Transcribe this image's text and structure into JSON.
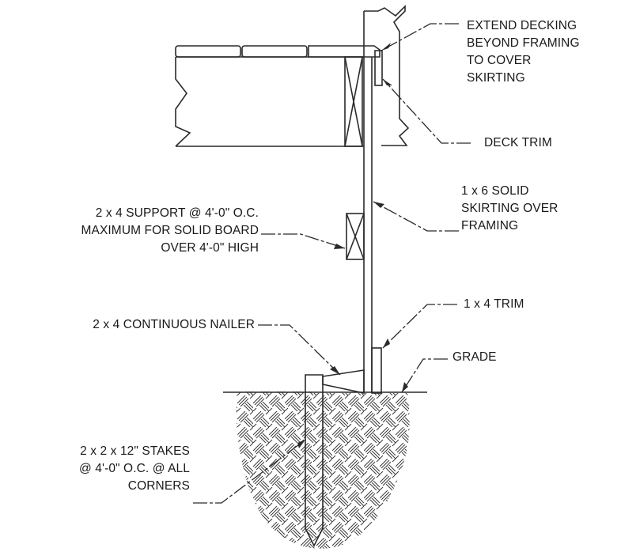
{
  "labels": {
    "extend_decking": [
      "EXTEND DECKING",
      "BEYOND FRAMING",
      "TO COVER",
      "SKIRTING"
    ],
    "deck_trim": [
      "DECK TRIM"
    ],
    "solid_skirting": [
      "1 x 6 SOLID",
      "SKIRTING OVER",
      "FRAMING"
    ],
    "support": [
      "2 x 4 SUPPORT @ 4'-0\" O.C.",
      "MAXIMUM FOR SOLID BOARD",
      "OVER 4'-0\" HIGH"
    ],
    "trim": [
      "1 x 4 TRIM"
    ],
    "grade": [
      "GRADE"
    ],
    "nailer": [
      "2 x 4 CONTINUOUS NAILER"
    ],
    "stakes": [
      "2 x 2 x 12\" STAKES",
      "@ 4'-0\" O.C. @ ALL",
      "CORNERS"
    ]
  },
  "colors": {
    "line": "#2a2a2a",
    "text": "#1a1a1a",
    "background": "#ffffff"
  }
}
